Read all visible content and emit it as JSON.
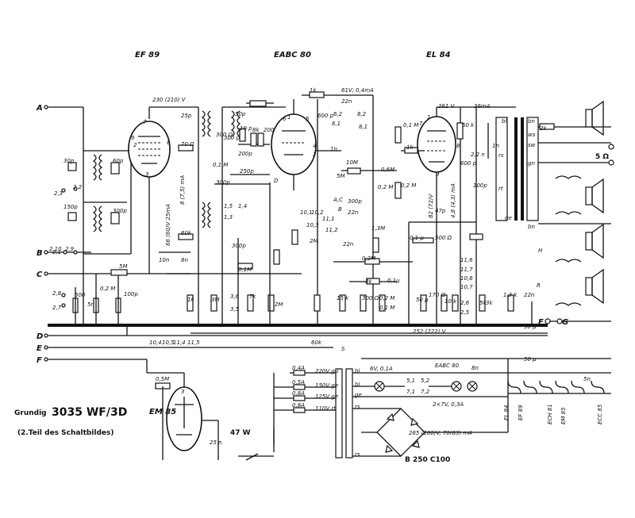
{
  "title": {
    "brand": "Grundig",
    "model": "3035 WF/3D",
    "subtitle": "(2.Teil des Schaltbildes)"
  },
  "tubes": {
    "t1": "EF 89",
    "t2": "EABC 80",
    "t3": "EL 84",
    "t4": "EM 85",
    "tube_pins": [
      "7",
      "2",
      "9",
      "8",
      "3",
      "1",
      "6",
      "5",
      "4",
      "2",
      "7",
      "1",
      "8",
      "9",
      "3"
    ]
  },
  "inputs": [
    "A",
    "B",
    "C",
    "D",
    "E",
    "F"
  ],
  "outputs": {
    "f": "F",
    "g": "G",
    "ohm": "5 Ω"
  },
  "voltages": {
    "v1": "230 (210) V",
    "v2": "61V; 0,4mA",
    "v3": "261 V",
    "v4": "36mA",
    "v5": "66 (60)V 25mA",
    "v6": "8 (7,5) mA",
    "v7": "82 (72)V",
    "v8": "4,8 (4,3) mA",
    "v9": "252 (222) V",
    "v10": "265 (280)V, 70(83) mA",
    "v11": "6V, 0,1A",
    "v12": "2×7V, 0,3A",
    "v13": "47 W"
  },
  "components": [
    "30p",
    "2,2",
    "2,1",
    "2,3",
    "150p",
    "60p",
    "300p",
    "2,10",
    "2,9",
    "500",
    "5n",
    "2,8",
    "2,7",
    "100p",
    "5M",
    "0,2 M",
    "25p",
    "50p",
    "70 Ω",
    "10 p",
    "300 p",
    "8k",
    "200",
    "200p",
    "0,1 M",
    "250p",
    "300p",
    "60k",
    "10n",
    "8n",
    "300 Ω",
    "300p",
    "1,5",
    "1,4",
    "1,3",
    "0,1M",
    "1k",
    "3M",
    "3,6",
    "3,5",
    "7k",
    "2M",
    "1k",
    "22n",
    "600 p",
    "6,2",
    "6,1",
    "8,2",
    "8,1",
    "1n",
    "10M",
    "5M",
    "0,6M",
    "A,C",
    "B",
    "22n",
    "300p",
    "10,1",
    "10,2",
    "11,1",
    "10,3",
    "11,2",
    "2M",
    "22n",
    "1,3M",
    "0,2M",
    "0,2 M",
    "3k",
    "0,1μ",
    "0,1 M",
    "15 k",
    "300 Ω",
    "0,2 M",
    "0,1 M",
    "0,2 M",
    "1k",
    "47p",
    "600 p",
    "100p",
    "2,2 n",
    "1n",
    "50 k",
    "0,1 μ",
    "500 Ω",
    "11,6",
    "11,7",
    "10,8",
    "10,7",
    "2,6",
    "2,5",
    "3k",
    "50 μ",
    "170 Ω",
    "10 k",
    "5k",
    "1,3 k",
    "22n",
    "50 μ",
    "50 μ",
    "60k",
    "0,5M",
    "25 n",
    "2k",
    "10,4",
    "10,5",
    "11,4",
    "11,5"
  ],
  "wire_labels": [
    "bn",
    "bl",
    "ws",
    "sw",
    "gn",
    "rs",
    "rt",
    "ge",
    "bn"
  ],
  "transformer": {
    "windings": [
      {
        "a": "0,4A",
        "v": "220V gu"
      },
      {
        "a": "0,5A",
        "v": "150V ge"
      },
      {
        "a": "0,8A",
        "v": "125V ge"
      },
      {
        "a": "0,8A",
        "v": "110V rt"
      }
    ],
    "taps": [
      "bl",
      "bl",
      "ge",
      "rs",
      "rs"
    ]
  },
  "rectifier": "B 250 C100",
  "pilot_labels": [
    "5,1",
    "5,2",
    "7,1",
    "7,2"
  ],
  "eabc_small": "EABC 80",
  "eabc_cap": "8n",
  "heater_tubes": [
    "EL 84",
    "EF 89",
    "ECH 81",
    "EM 85",
    "ECC 85"
  ],
  "misc": {
    "H": "H",
    "R": "R",
    "S": "S",
    "D": "D",
    "aux": "5n"
  },
  "colors": {
    "ink": "#111111",
    "paper": "#ffffff"
  }
}
